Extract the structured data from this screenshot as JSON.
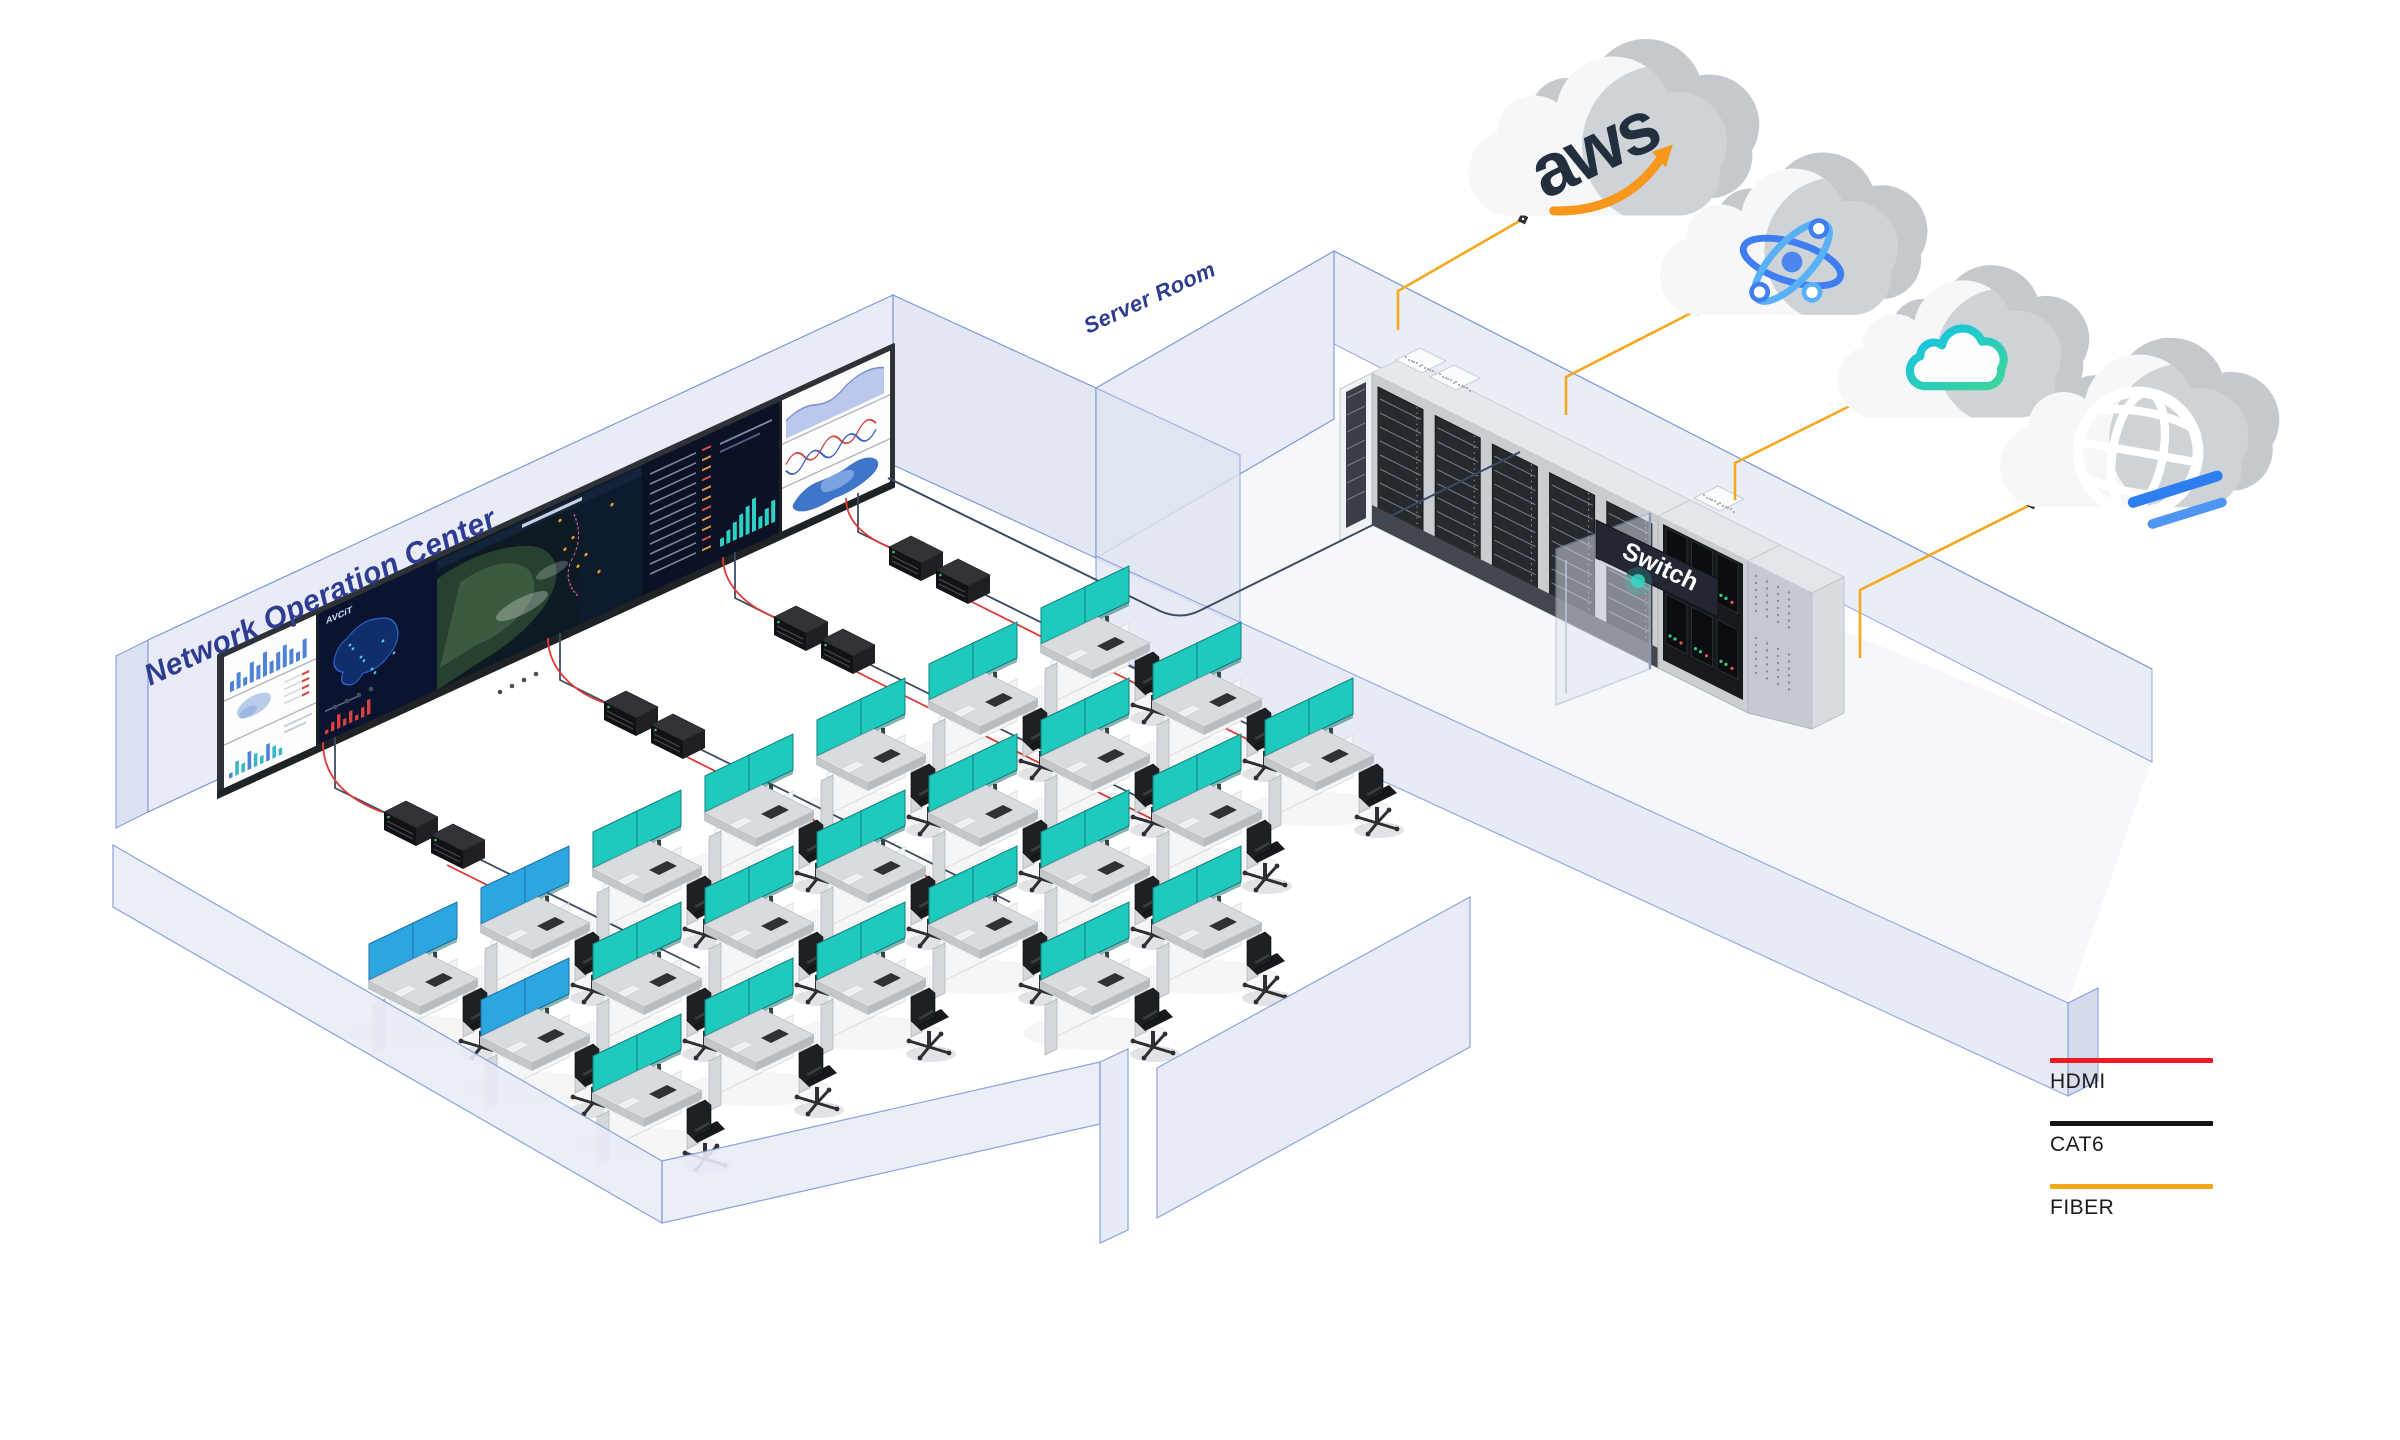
{
  "diagram": {
    "noc_label": "Network Operation Center",
    "server_room_label": "Server Room",
    "switch_label": "Switch",
    "videowall_brand": "AVCiT"
  },
  "clouds": {
    "items": [
      {
        "name": "aws-cloud",
        "label": "aws"
      },
      {
        "name": "atom-cloud",
        "label": ""
      },
      {
        "name": "teal-cloud",
        "label": ""
      },
      {
        "name": "globe-cloud",
        "label": ""
      }
    ]
  },
  "legend": {
    "items": [
      {
        "label": "HDMI",
        "color": "#ee1c24"
      },
      {
        "label": "CAT6",
        "color": "#141414"
      },
      {
        "label": "FIBER",
        "color": "#f5a81c"
      }
    ]
  },
  "colors": {
    "hdmi_line": "#e03a34",
    "cat6_line": "#3d4c63",
    "fiber_line": "#f5a81c",
    "wall_fill": "#e9ecf7",
    "wall_stroke": "#7d98dc",
    "accent_navy": "#2e3c92",
    "monitor_teal": "#1ec9bd",
    "monitor_blue": "#2ba6e0"
  },
  "counts": {
    "workstations": 23,
    "extender_pairs": 4,
    "server_racks": 5,
    "cloud_services": 4
  }
}
